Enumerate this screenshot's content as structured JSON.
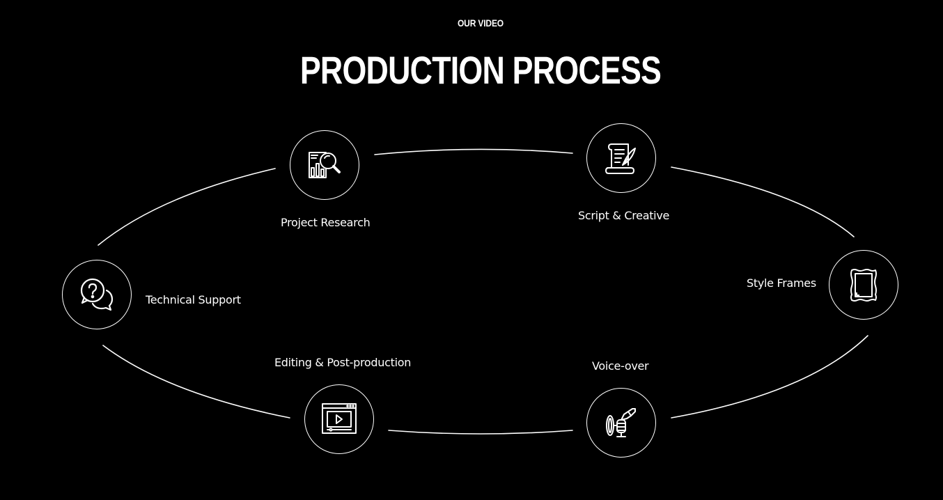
{
  "header": {
    "eyebrow": "OUR VIDEO",
    "title": "PRODUCTION PROCESS"
  },
  "process_steps": [
    {
      "label": "Project Research",
      "icon": "research-chart-magnifier-icon"
    },
    {
      "label": "Script & Creative",
      "icon": "script-scroll-quill-icon"
    },
    {
      "label": "Style Frames",
      "icon": "picture-frame-icon"
    },
    {
      "label": "Voice-over",
      "icon": "microphone-icon"
    },
    {
      "label": "Editing & Post-production",
      "icon": "video-player-window-icon"
    },
    {
      "label": "Technical Support",
      "icon": "question-chat-bubbles-icon"
    }
  ],
  "colors": {
    "background": "#000000",
    "foreground": "#ffffff"
  }
}
